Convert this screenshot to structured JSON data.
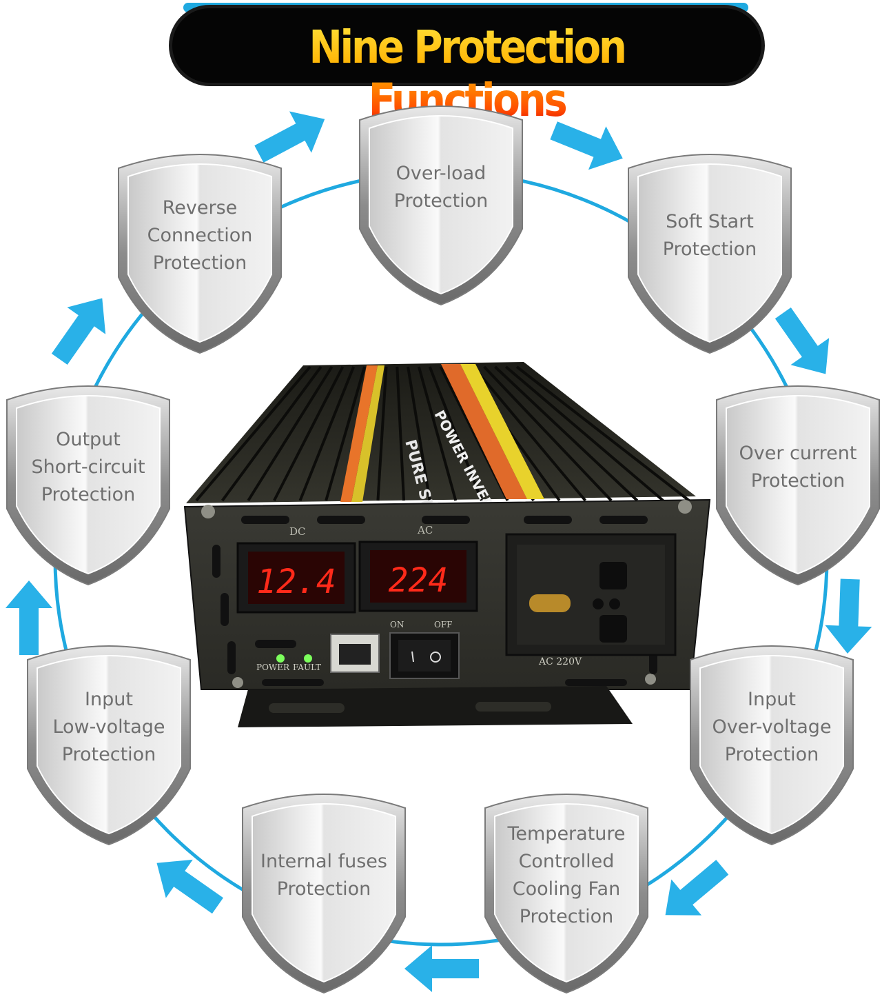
{
  "banner": {
    "title": "Nine Protection Functions"
  },
  "colors": {
    "arrow": "#29b1e8",
    "ring": "#1fa9e0",
    "led": "#ff2a1a",
    "shield_edge": "#b9b9b9"
  },
  "shields": [
    {
      "id": "over-load",
      "lines": [
        "Over-load",
        "Protection"
      ]
    },
    {
      "id": "soft-start",
      "lines": [
        "Soft Start",
        "Protection"
      ]
    },
    {
      "id": "over-current",
      "lines": [
        "Over current",
        "Protection"
      ]
    },
    {
      "id": "input-over-voltage",
      "lines": [
        "Input",
        "Over-voltage",
        "Protection"
      ]
    },
    {
      "id": "temperature",
      "lines": [
        "Temperature",
        "Controlled",
        "Cooling Fan",
        "Protection"
      ]
    },
    {
      "id": "internal-fuses",
      "lines": [
        "Internal fuses",
        "Protection"
      ]
    },
    {
      "id": "input-low-voltage",
      "lines": [
        "Input",
        "Low-voltage",
        "Protection"
      ]
    },
    {
      "id": "output-short-circuit",
      "lines": [
        "Output",
        "Short-circuit",
        "Protection"
      ]
    },
    {
      "id": "reverse-connection",
      "lines": [
        "Reverse",
        "Connection",
        "Protection"
      ]
    }
  ],
  "device": {
    "dc_label": "DC",
    "ac_label": "AC",
    "dc_value": "12.4",
    "ac_value": "224",
    "switch_on": "ON",
    "switch_off": "OFF",
    "led_power": "POWER",
    "led_fault": "FAULT",
    "socket_label": "AC 220V",
    "top_text": "PURE SINE INVERTER",
    "brand_text": "POWER INVERTER"
  }
}
